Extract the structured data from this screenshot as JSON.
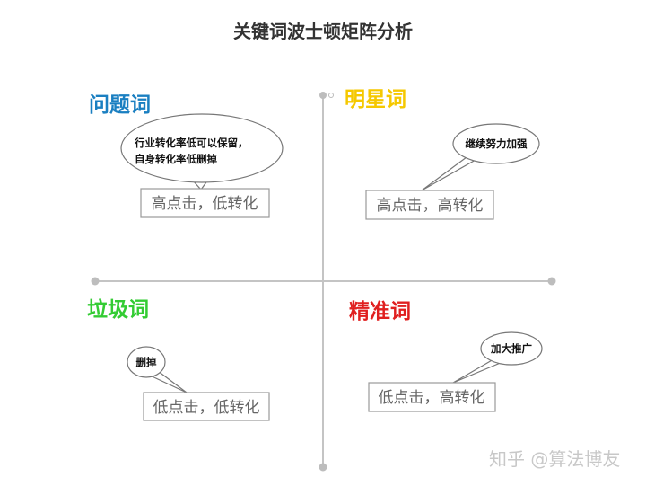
{
  "title": "关键词波士顿矩阵分析",
  "quadrants": {
    "top_left": {
      "label": "问题词",
      "color": "#1a7fc1",
      "box": "高点击，低转化",
      "bubble": [
        "行业转化率低可以保留，",
        "自身转化率低删掉"
      ]
    },
    "top_right": {
      "label": "明星词",
      "color": "#f5c800",
      "box": "高点击，高转化",
      "bubble": [
        "继续努力加强"
      ]
    },
    "bottom_left": {
      "label": "垃圾词",
      "color": "#33cc33",
      "box": "低点击，低转化",
      "bubble": [
        "删掉"
      ]
    },
    "bottom_right": {
      "label": "精准词",
      "color": "#e02020",
      "box": "低点击，高转化",
      "bubble": [
        "加大推广"
      ]
    }
  },
  "watermark": "知乎 @算法博友"
}
